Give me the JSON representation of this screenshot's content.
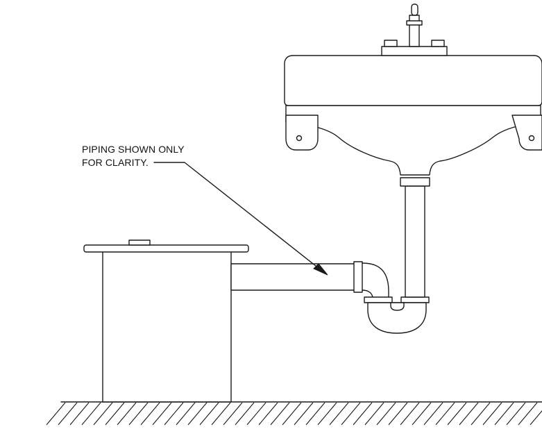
{
  "note": {
    "line1": "PIPING SHOWN ONLY",
    "line2": "FOR CLARITY."
  },
  "components": [
    "wall-hung-lavatory-sink",
    "faucet",
    "tailpiece",
    "p-trap",
    "horizontal-drain-pipe",
    "grease-interceptor",
    "floor"
  ]
}
